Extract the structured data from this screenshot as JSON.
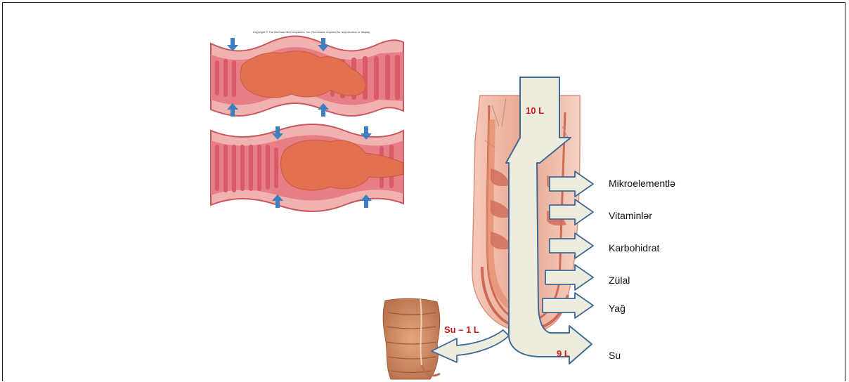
{
  "copyright": "Copyright © The McGraw-Hill Companies, Inc. Permission required for reproduction or display.",
  "flow": {
    "input": "10 L",
    "output": "9 L",
    "colon": "Su – 1 L"
  },
  "absorbed": [
    "Mikroelementlə",
    "Vitaminlər",
    "Karbohidrat",
    "Zülal",
    "Yağ",
    "Su"
  ],
  "colors": {
    "arrow_fill": "#ececdf",
    "arrow_stroke": "#3f6a96",
    "peristalsis_arrow": "#3d7fc1",
    "label_red": "#d01818",
    "tissue": "#e57f86",
    "chyme": "#e06a4f"
  }
}
